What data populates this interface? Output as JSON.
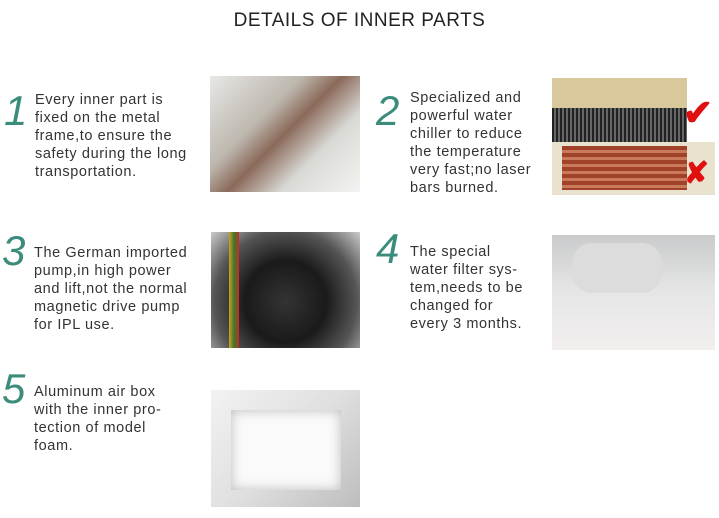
{
  "title": "DETAILS OF INNER PARTS",
  "items": [
    {
      "number": "1",
      "text": "Every inner part is\nfixed on the metal\nframe,to ensure the\nsafety during the long\ntransportation."
    },
    {
      "number": "2",
      "text": "Specialized and\npowerful water\nchiller to reduce\nthe temperature\nvery fast;no laser\nbars burned."
    },
    {
      "number": "3",
      "text": "The German imported\npump,in high power\nand lift,not the normal\nmagnetic drive pump\nfor IPL use."
    },
    {
      "number": "4",
      "text": "The special\nwater filter sys-\ntem,needs to be\nchanged for\nevery 3 months."
    },
    {
      "number": "5",
      "text": "Aluminum air box\nwith the inner pro-\ntection of model\nfoam."
    }
  ],
  "marks": {
    "check": "✔",
    "cross": "✘"
  },
  "colors": {
    "number": "#3c8c7c",
    "mark": "#e01010"
  }
}
